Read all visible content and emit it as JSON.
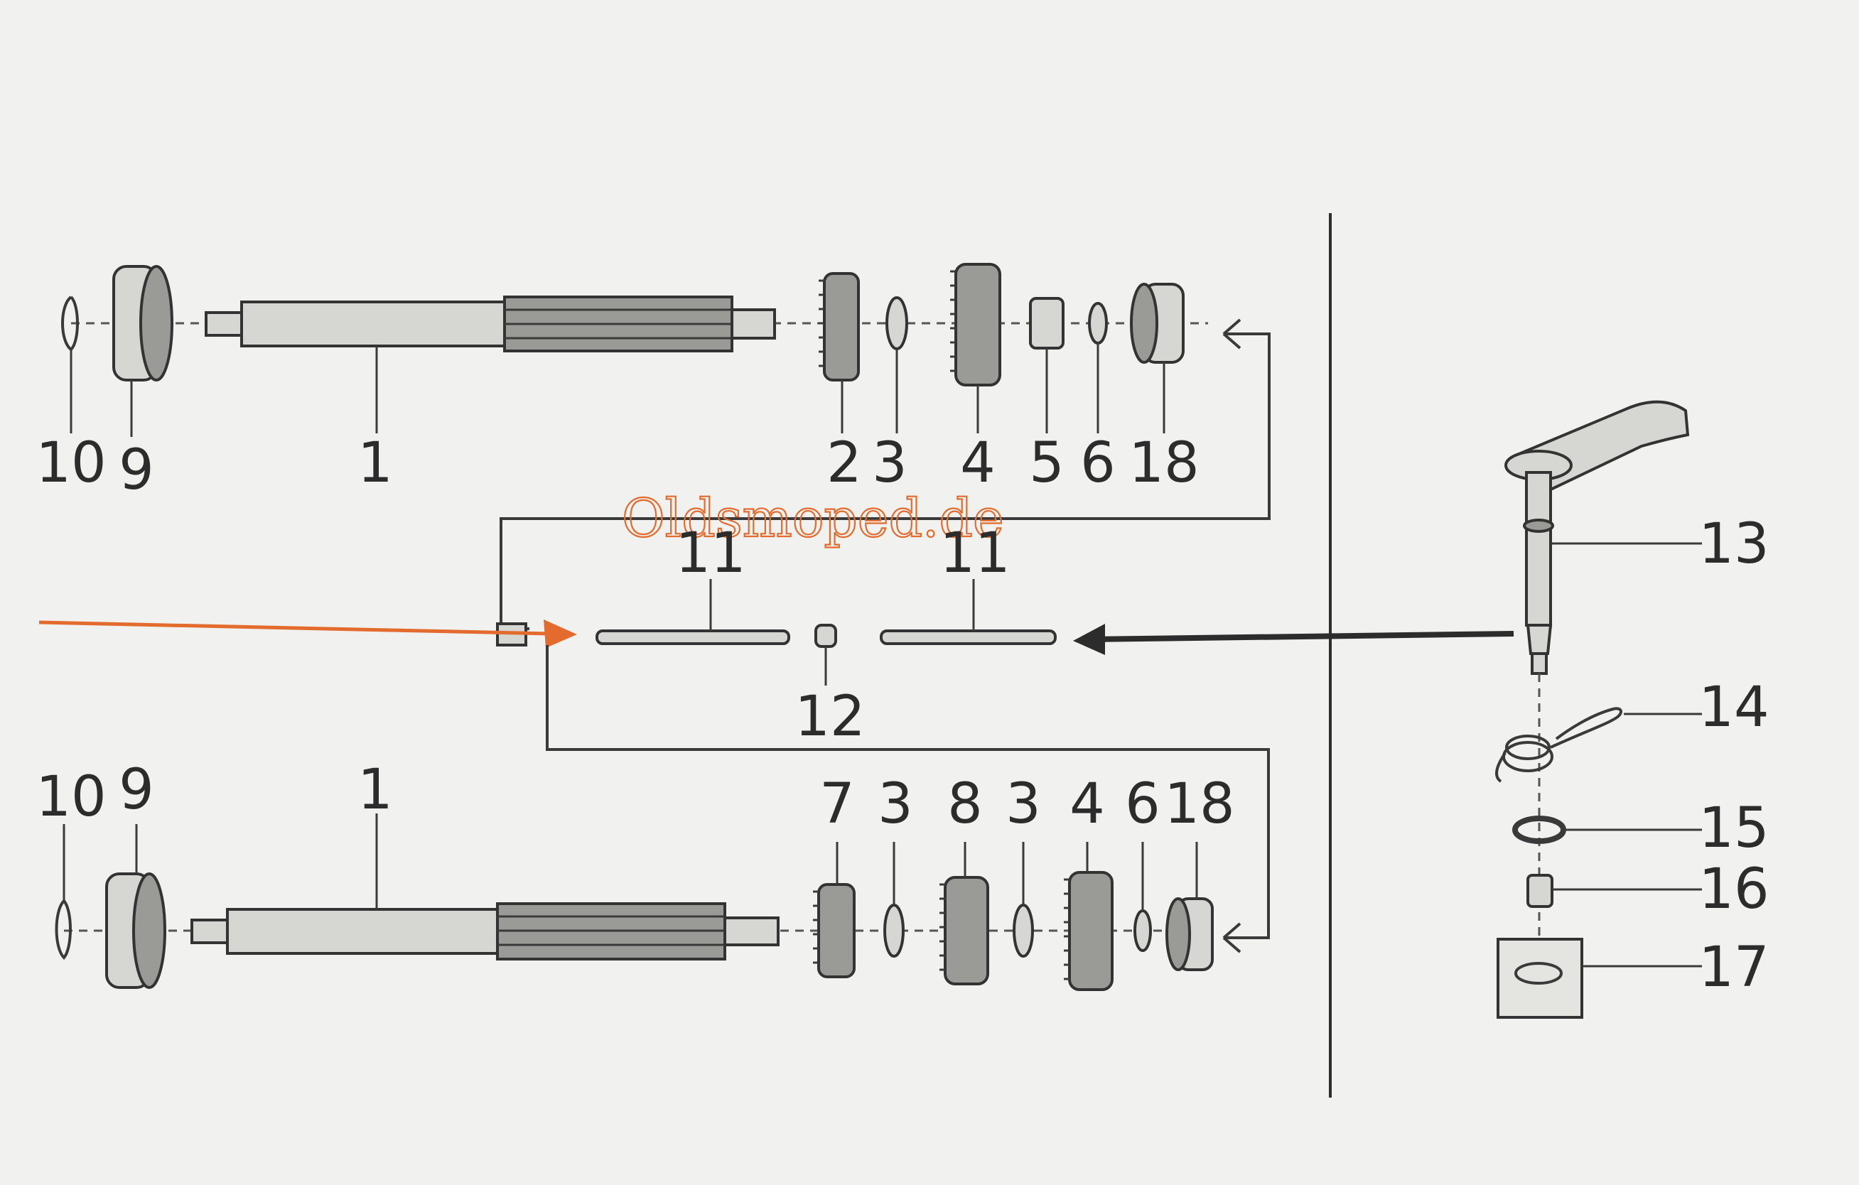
{
  "parts": {
    "upper_shaft": {
      "circlip": "10",
      "bearing": "9",
      "shaft": "1",
      "gear_a": "2",
      "washer_a": "3",
      "gear_b": "4",
      "nut": "5",
      "washer_b": "6",
      "bearing_b": "18"
    },
    "lower_shaft": {
      "circlip": "10",
      "bearing": "9",
      "shaft": "1",
      "gear_a": "7",
      "washer_a": "3",
      "gear_b": "8",
      "washer_b": "3",
      "gear_c": "4",
      "washer_c": "6",
      "bearing_b": "18"
    },
    "rods": {
      "rod_left": "11",
      "rod_right": "11",
      "ball": "12"
    },
    "selector": {
      "lever": "13",
      "spring": "14",
      "seal_ring": "15",
      "bush": "16",
      "gasket": "17"
    }
  },
  "watermark": "Oldsmoped.de",
  "colors": {
    "ink": "#3a3a3a",
    "paper": "#f1f1ef",
    "accent": "#e46b2e"
  }
}
